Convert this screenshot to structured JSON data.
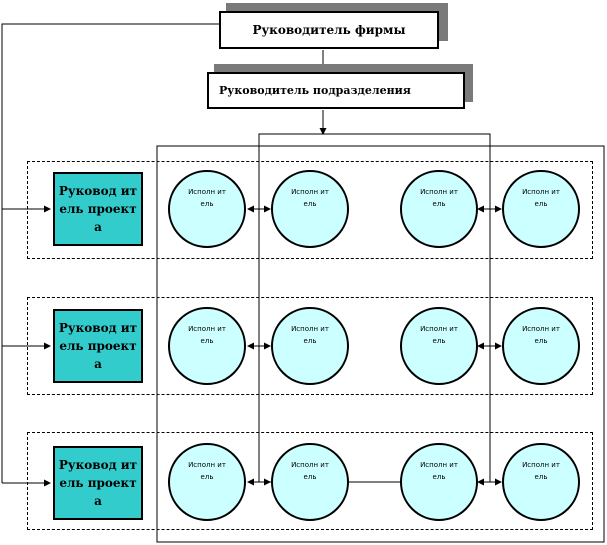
{
  "ceo": {
    "label": "Руководитель фирмы"
  },
  "department_head": {
    "label": "Руководитель подразделения"
  },
  "project_groups": [
    {
      "manager": "Руковод итель проекта",
      "executors": [
        "Исполн итель",
        "Исполн итель",
        "Исполн итель",
        "Исполн итель"
      ]
    },
    {
      "manager": "Руковод итель проекта",
      "executors": [
        "Исполн итель",
        "Исполн итель",
        "Исполн итель",
        "Исполн итель"
      ]
    },
    {
      "manager": "Руковод итель проекта",
      "executors": [
        "Исполн итель",
        "Исполн итель",
        "Исполн итель",
        "Исполн итель"
      ]
    }
  ],
  "colors": {
    "project_manager_fill": "#33cccc",
    "executor_fill": "#ccffff",
    "shadow": "#7a7a7a",
    "line": "#000000"
  }
}
